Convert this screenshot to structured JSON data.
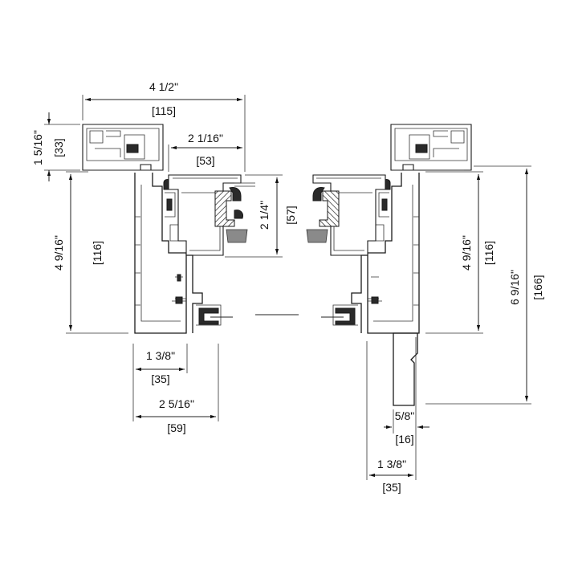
{
  "dimensions": {
    "top_width_in": "4 1/2\"",
    "top_width_mm": "[115]",
    "sash_width_in": "2 1/16\"",
    "sash_width_mm": "[53]",
    "head_height_in": "1 5/16\"",
    "head_height_mm": "[33]",
    "left_height_in": "4 9/16\"",
    "left_height_mm": "[116]",
    "glass_height_in": "2 1/4\"",
    "glass_height_mm": "[57]",
    "right_height_in": "4 9/16\"",
    "right_height_mm": "[116]",
    "overall_height_in": "6 9/16\"",
    "overall_height_mm": "[166]",
    "bottom_left_a_in": "1 3/8\"",
    "bottom_left_a_mm": "[35]",
    "bottom_left_b_in": "2 5/16\"",
    "bottom_left_b_mm": "[59]",
    "bottom_right_a_in": "5/8\"",
    "bottom_right_a_mm": "[16]",
    "bottom_right_b_in": "1 3/8\"",
    "bottom_right_b_mm": "[35]"
  },
  "colors": {
    "line": "#222222",
    "background": "#ffffff"
  }
}
